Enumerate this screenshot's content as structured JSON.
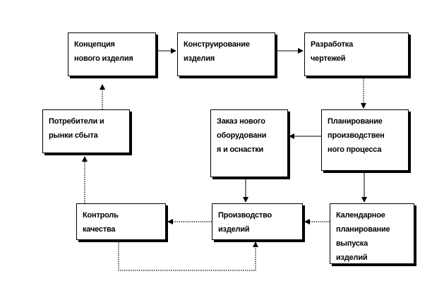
{
  "boxes": {
    "concept": {
      "lines": [
        "Концепция",
        "нового изделия"
      ]
    },
    "design": {
      "lines": [
        "Конструирование",
        "изделия"
      ]
    },
    "drawings": {
      "lines": [
        "Разработка",
        "чертежей"
      ]
    },
    "consumers": {
      "lines": [
        "Потребители и",
        "рынки сбыта"
      ]
    },
    "equipment": {
      "lines": [
        "Заказ нового",
        "оборудовани",
        "я и оснастки"
      ]
    },
    "planning": {
      "lines": [
        "Планирование",
        "производствен",
        "ного процесса"
      ]
    },
    "quality": {
      "lines": [
        "Контроль",
        "качества"
      ]
    },
    "production": {
      "lines": [
        "Производство",
        "изделий"
      ]
    },
    "calendar": {
      "lines": [
        "Календарное",
        "планирование",
        "выпуска",
        "изделий"
      ]
    }
  },
  "connections": [
    {
      "from": "concept",
      "to": "design",
      "style": "solid"
    },
    {
      "from": "design",
      "to": "drawings",
      "style": "solid"
    },
    {
      "from": "drawings",
      "to": "planning",
      "style": "dotted"
    },
    {
      "from": "planning",
      "to": "equipment",
      "style": "solid"
    },
    {
      "from": "planning",
      "to": "calendar",
      "style": "solid"
    },
    {
      "from": "equipment",
      "to": "production",
      "style": "solid"
    },
    {
      "from": "calendar",
      "to": "production",
      "style": "dotted"
    },
    {
      "from": "production",
      "to": "quality",
      "style": "dotted"
    },
    {
      "from": "quality",
      "to": "production",
      "style": "dotted"
    },
    {
      "from": "quality",
      "to": "consumers",
      "style": "dotted"
    },
    {
      "from": "consumers",
      "to": "concept",
      "style": "dotted"
    }
  ],
  "colors": {
    "line": "#000000",
    "box_fill": "#ffffff",
    "text": "#000000"
  }
}
